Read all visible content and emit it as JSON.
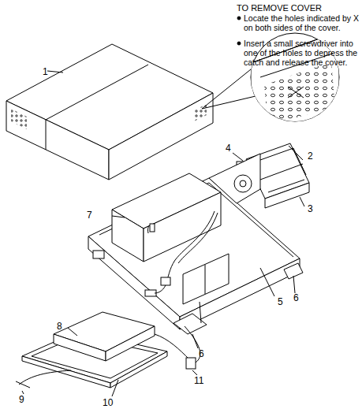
{
  "diagram": {
    "labels": [
      "TO REMOVE COVER",
      "Locate the holes indicated by X on both sides of the cover.",
      "Insert a small screwdriver into one of the holes to depress the catch and release the cover.",
      "1",
      "2",
      "3",
      "4",
      "5",
      "6",
      "6",
      "7",
      "8",
      "9",
      "10",
      "11"
    ]
  }
}
